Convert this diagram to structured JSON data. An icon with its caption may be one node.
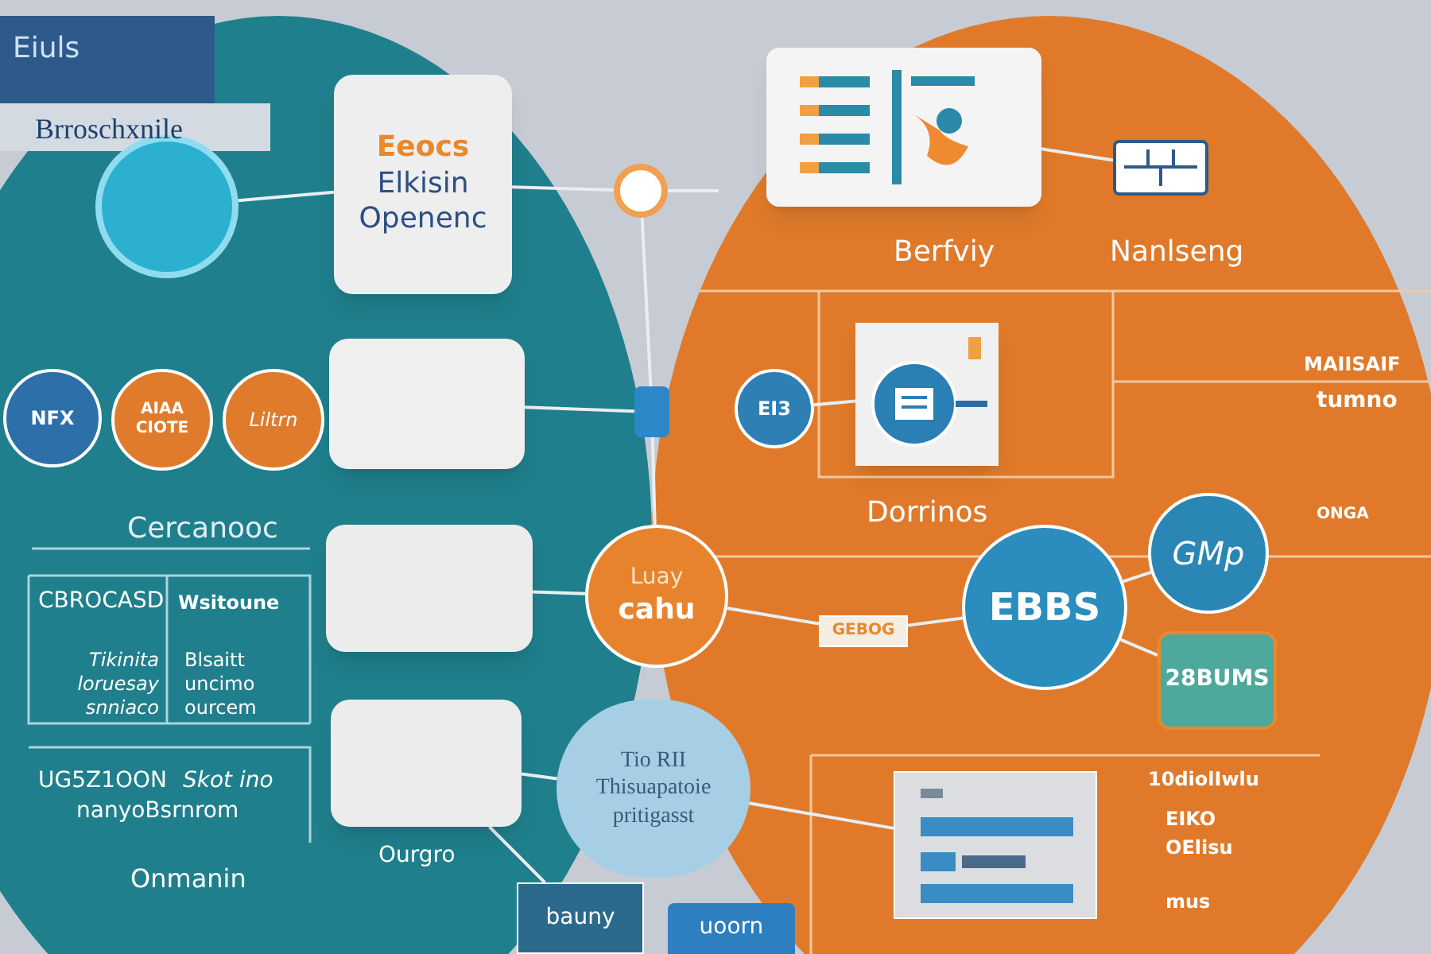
{
  "diagram": {
    "nodes": [
      {
        "text": [],
        "shape": "circle"
      },
      {
        "text": [
          "Eeocs",
          "Elkisin",
          "Openenc"
        ]
      },
      {
        "text": [],
        "shape": "circle"
      },
      {
        "text": [],
        "shape": "picture"
      },
      {
        "text": [],
        "shape": "picture"
      },
      {
        "text": [],
        "shape": "box"
      },
      {
        "text": [],
        "shape": "box"
      },
      {
        "text": [
          "EI3"
        ]
      },
      {
        "text": [],
        "shape": "picture"
      },
      {
        "text": [
          "Luay",
          "cahu"
        ]
      },
      {
        "text": [],
        "shape": "box"
      },
      {
        "text": [
          "GEBOG"
        ]
      },
      {
        "text": [
          "EBBS"
        ]
      },
      {
        "text": [
          "GMp"
        ]
      },
      {
        "text": [
          "28BUMS"
        ]
      },
      {
        "text": [
          "Tio RII Thisuapatoie pritigasst"
        ]
      },
      {
        "text": [],
        "shape": "box",
        "beside": [
          "Ourgro"
        ]
      },
      {
        "text": [],
        "shape": "picture"
      },
      {
        "text": [
          "bauny"
        ]
      },
      {
        "text": [
          "uoorn"
        ]
      },
      {
        "text": [
          "NFX"
        ]
      },
      {
        "text": [
          "AIAA CIOTE"
        ]
      },
      {
        "text": [
          "Liltrn"
        ]
      }
    ],
    "edges": [
      {
        "from": 0,
        "to": 1,
        "arrow": "none"
      },
      {
        "from": 1,
        "to": 2,
        "arrow": "none"
      },
      {
        "from": 2,
        "to": null,
        "arrow": "none"
      },
      {
        "from": 2,
        "to": 6,
        "arrow": "none"
      },
      {
        "from": 3,
        "to": 4,
        "arrow": "none"
      },
      {
        "from": 5,
        "to": 6,
        "arrow": "none"
      },
      {
        "from": 7,
        "to": 8,
        "arrow": "none"
      },
      {
        "from": 6,
        "to": 9,
        "arrow": "none"
      },
      {
        "from": 10,
        "to": 9,
        "arrow": "none"
      },
      {
        "from": 9,
        "to": 11,
        "arrow": "none"
      },
      {
        "from": 11,
        "to": 12,
        "arrow": "none"
      },
      {
        "from": 12,
        "to": 13,
        "arrow": "none"
      },
      {
        "from": 12,
        "to": 14,
        "arrow": "none"
      },
      {
        "from": 16,
        "to": 15,
        "arrow": "none"
      },
      {
        "from": 15,
        "to": 17,
        "arrow": "none"
      },
      {
        "from": 16,
        "to": 18,
        "arrow": "none"
      }
    ],
    "labels": [
      "Eiuls",
      "Brroschxnile",
      "Berfviy",
      "Nanlseng",
      "MAIISAIF",
      "tumno",
      "Cercanooc",
      "Dorrinos",
      "ONGA",
      "CBROCASD",
      "Wsitoune",
      "Tikinita loruesay snniaco",
      "Blsaitt uncimo ourcem",
      "UG5Z1OON",
      "Skot ino",
      "nanyoBsrnrom",
      "Onmanin",
      "10diolIwlu",
      "EIKO",
      "OElisu",
      "mus"
    ]
  }
}
